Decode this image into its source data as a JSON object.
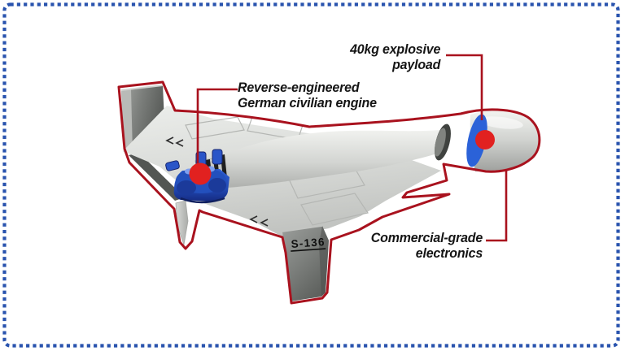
{
  "page": {
    "background": "#ffffff"
  },
  "border": {
    "style": "dashed-squares",
    "color": "#2953ae"
  },
  "labels": {
    "payload": "40kg explosive\npayload",
    "engine": "Reverse-engineered\nGerman civilian engine",
    "electronics": "Commercial-grade\nelectronics"
  },
  "drone": {
    "marking": "S-136",
    "colors": {
      "outline": "#a9121e",
      "marker": "#e12120",
      "engine": "#2a55c8",
      "engine_dark": "#17297a",
      "payload_section": "#2b62d8",
      "body_light": "#e7e9e6",
      "body_mid": "#c9cbc8",
      "fin_dark": "#6f726f",
      "label_text": "#151515"
    }
  }
}
